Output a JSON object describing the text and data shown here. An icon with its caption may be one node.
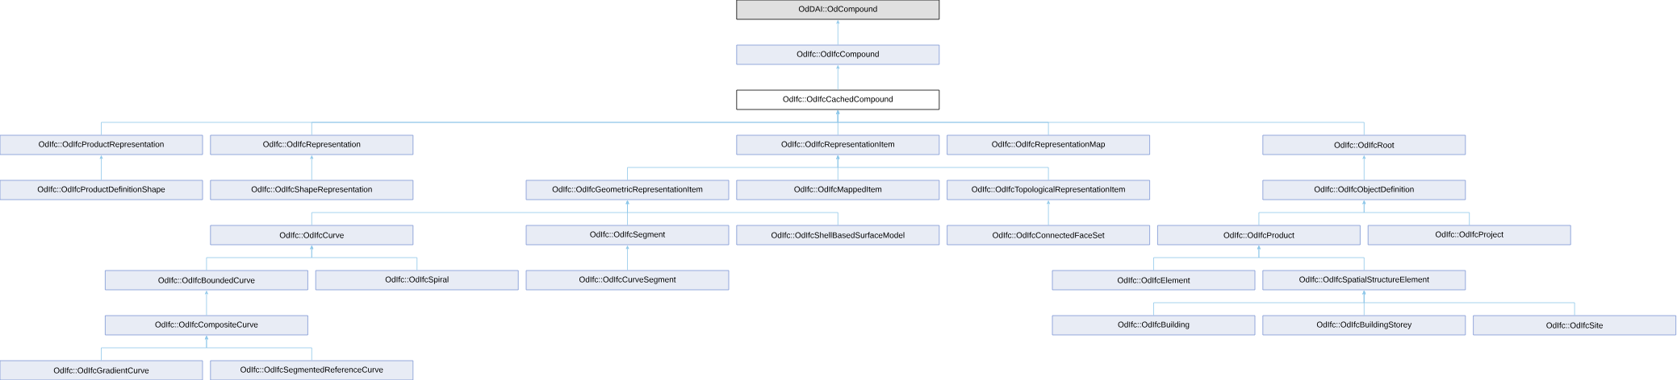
{
  "diagram": {
    "nodes": [
      {
        "text": [
          "OdDAI::OdCompound"
        ]
      },
      {
        "text": [
          "OdIfc::OdIfcCompound"
        ]
      },
      {
        "text": [
          "OdIfc::OdIfcCachedCompound"
        ]
      },
      {
        "text": [
          "OdIfc::OdIfcProductRepresentation"
        ]
      },
      {
        "text": [
          "OdIfc::OdIfcRepresentation"
        ]
      },
      {
        "text": [
          "OdIfc::OdIfcRepresentationItem"
        ]
      },
      {
        "text": [
          "OdIfc::OdIfcRepresentationMap"
        ]
      },
      {
        "text": [
          "OdIfc::OdIfcRoot"
        ]
      },
      {
        "text": [
          "OdIfc::OdIfcProductDefinitionShape"
        ]
      },
      {
        "text": [
          "OdIfc::OdIfcShapeRepresentation"
        ]
      },
      {
        "text": [
          "OdIfc::OdIfcGeometricRepresentationItem"
        ]
      },
      {
        "text": [
          "OdIfc::OdIfcMappedItem"
        ]
      },
      {
        "text": [
          "OdIfc::OdIfcTopologicalRepresentationItem"
        ]
      },
      {
        "text": [
          "OdIfc::OdIfcObjectDefinition"
        ]
      },
      {
        "text": [
          "OdIfc::OdIfcCurve"
        ]
      },
      {
        "text": [
          "OdIfc::OdIfcSegment"
        ]
      },
      {
        "text": [
          "OdIfc::OdIfcShellBasedSurfaceModel"
        ]
      },
      {
        "text": [
          "OdIfc::OdIfcConnectedFaceSet"
        ]
      },
      {
        "text": [
          "OdIfc::OdIfcProduct"
        ]
      },
      {
        "text": [
          "OdIfc::OdIfcProject"
        ]
      },
      {
        "text": [
          "OdIfc::OdIfcBoundedCurve"
        ]
      },
      {
        "text": [
          "OdIfc::OdIfcSpiral"
        ]
      },
      {
        "text": [
          "OdIfc::OdIfcCurveSegment"
        ]
      },
      {
        "text": [
          "OdIfc::OdIfcElement"
        ]
      },
      {
        "text": [
          "OdIfc::OdIfcSpatialStructureElement"
        ]
      },
      {
        "text": [
          "OdIfc::OdIfcCompositeCurve"
        ]
      },
      {
        "text": [
          "OdIfc::OdIfcBuilding"
        ]
      },
      {
        "text": [
          "OdIfc::OdIfcBuildingStorey"
        ]
      },
      {
        "text": [
          "OdIfc::OdIfcSite"
        ]
      },
      {
        "text": [
          "OdIfc::OdIfcGradientCurve"
        ]
      },
      {
        "text": [
          "OdIfc::OdIfcSegmentedReferenceCurve"
        ]
      }
    ],
    "edges": [
      {
        "from": 1,
        "to": 0,
        "arrow": "to"
      },
      {
        "from": 2,
        "to": 1,
        "arrow": "to"
      },
      {
        "from": 3,
        "to": 2,
        "arrow": "to"
      },
      {
        "from": 4,
        "to": 2,
        "arrow": "to"
      },
      {
        "from": 5,
        "to": 2,
        "arrow": "to"
      },
      {
        "from": 6,
        "to": 2,
        "arrow": "to"
      },
      {
        "from": 7,
        "to": 2,
        "arrow": "to"
      },
      {
        "from": 8,
        "to": 3,
        "arrow": "to"
      },
      {
        "from": 9,
        "to": 4,
        "arrow": "to"
      },
      {
        "from": 10,
        "to": 5,
        "arrow": "to"
      },
      {
        "from": 11,
        "to": 5,
        "arrow": "to"
      },
      {
        "from": 12,
        "to": 5,
        "arrow": "to"
      },
      {
        "from": 13,
        "to": 7,
        "arrow": "to"
      },
      {
        "from": 14,
        "to": 10,
        "arrow": "to"
      },
      {
        "from": 15,
        "to": 10,
        "arrow": "to"
      },
      {
        "from": 16,
        "to": 10,
        "arrow": "to"
      },
      {
        "from": 17,
        "to": 12,
        "arrow": "to"
      },
      {
        "from": 18,
        "to": 13,
        "arrow": "to"
      },
      {
        "from": 19,
        "to": 13,
        "arrow": "to"
      },
      {
        "from": 20,
        "to": 14,
        "arrow": "to"
      },
      {
        "from": 21,
        "to": 14,
        "arrow": "to"
      },
      {
        "from": 22,
        "to": 15,
        "arrow": "to"
      },
      {
        "from": 23,
        "to": 18,
        "arrow": "to"
      },
      {
        "from": 24,
        "to": 18,
        "arrow": "to"
      },
      {
        "from": 25,
        "to": 20,
        "arrow": "to"
      },
      {
        "from": 26,
        "to": 24,
        "arrow": "to"
      },
      {
        "from": 27,
        "to": 24,
        "arrow": "to"
      },
      {
        "from": 28,
        "to": 24,
        "arrow": "to"
      },
      {
        "from": 29,
        "to": 25,
        "arrow": "to"
      },
      {
        "from": 30,
        "to": 25,
        "arrow": "to"
      }
    ]
  }
}
